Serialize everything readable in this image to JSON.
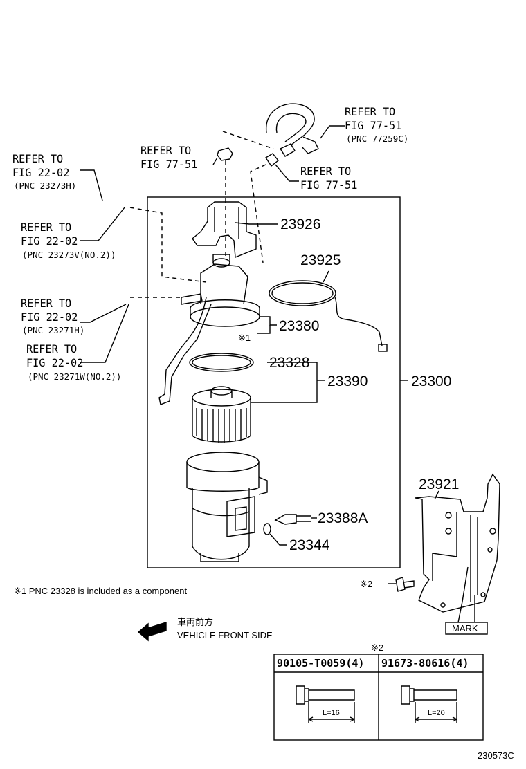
{
  "labels": {
    "ref_top_right": {
      "line1": "REFER TO",
      "line2": "FIG 77-51",
      "pnc": "(PNC 77259C)"
    },
    "ref_mid_top": {
      "line1": "REFER TO",
      "line2": "FIG 77-51"
    },
    "ref_right_clip": {
      "line1": "REFER TO",
      "line2": "FIG 77-51"
    },
    "ref_left_1": {
      "line1": "REFER TO",
      "line2": "FIG 22-02",
      "pnc": "(PNC 23273H)"
    },
    "ref_left_2": {
      "line1": "REFER TO",
      "line2": "FIG 22-02",
      "pnc": "(PNC 23273V(NO.2))"
    },
    "ref_left_3": {
      "line1": "REFER TO",
      "line2": "FIG 22-02",
      "pnc": "(PNC 23271H)"
    },
    "ref_left_4": {
      "line1": "REFER TO",
      "line2": "FIG 22-02",
      "pnc": "(PNC 23271W(NO.2))"
    }
  },
  "parts": {
    "p23926": "23926",
    "p23925": "23925",
    "p23380": "23380",
    "p23380_note": "※1",
    "p23328": "23328",
    "p23390": "23390",
    "p23300": "23300",
    "p23921": "23921",
    "p23388A": "23388A",
    "p23344": "23344"
  },
  "notes": {
    "component_note": "※1 PNC 23328 is included as a component",
    "bolt_ref": "※2",
    "front_jp": "車両前方",
    "front_en": "VEHICLE FRONT SIDE",
    "mark": "MARK",
    "table_ref": "※2",
    "figure_id": "230573C"
  },
  "bolt_table": {
    "col1": {
      "part": "90105-T0059(4)",
      "length": "L=16"
    },
    "col2": {
      "part": "91673-80616(4)",
      "length": "L=20"
    }
  }
}
